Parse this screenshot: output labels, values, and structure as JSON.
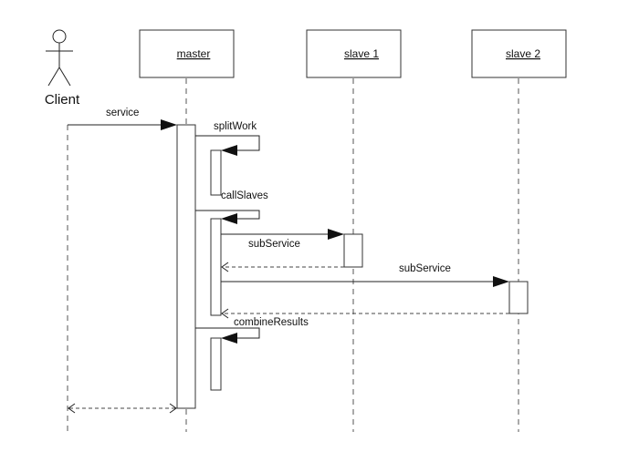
{
  "actor": {
    "label": "Client"
  },
  "participants": [
    {
      "id": "master",
      "label": "master"
    },
    {
      "id": "slave1",
      "label": "slave 1"
    },
    {
      "id": "slave2",
      "label": "slave 2"
    }
  ],
  "messages": {
    "service": "service",
    "split_work": "splitWork",
    "call_slaves": "callSlaves",
    "sub_service_1": "subService",
    "sub_service_2": "subService",
    "combine_results": "combineResults"
  }
}
